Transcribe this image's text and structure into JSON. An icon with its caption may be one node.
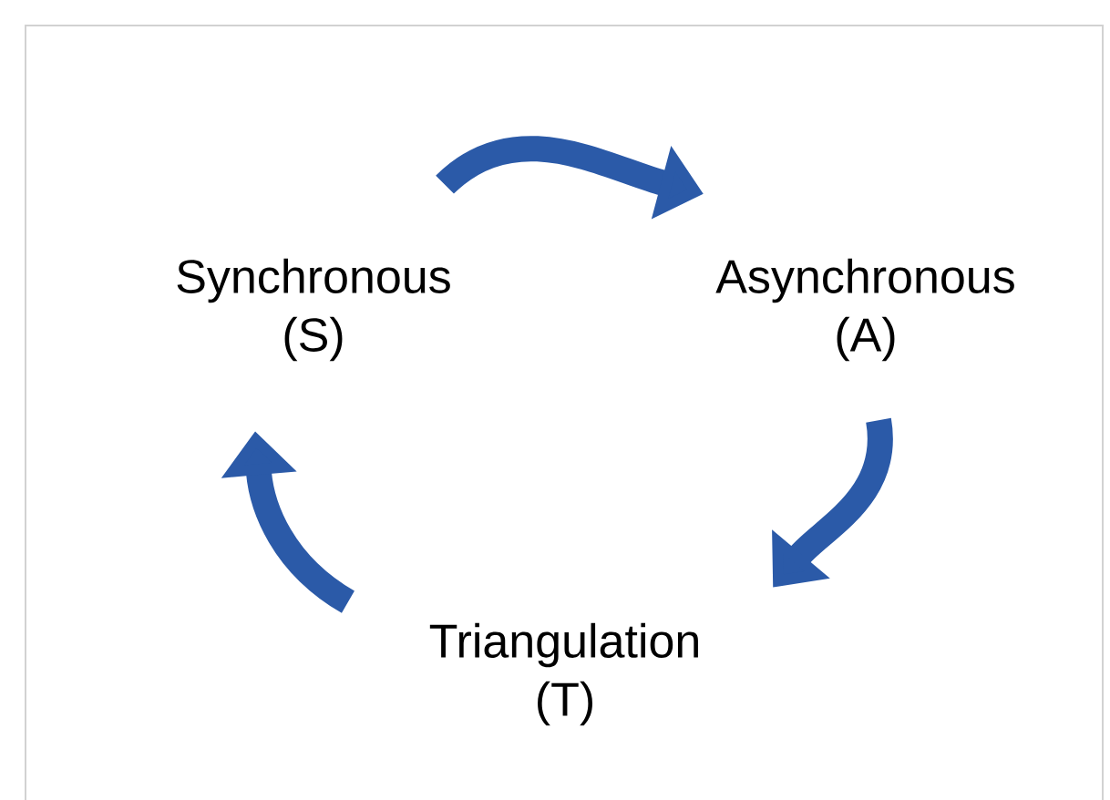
{
  "diagram": {
    "nodes": [
      {
        "text": [
          "Synchronous (S)"
        ]
      },
      {
        "text": [
          "Asynchronous (A)"
        ]
      },
      {
        "text": [
          "Triangulation (T)"
        ]
      }
    ],
    "edges": [
      {
        "from": 0,
        "to": 1,
        "arrow": "to"
      },
      {
        "from": 1,
        "to": 2,
        "arrow": "to"
      },
      {
        "from": 2,
        "to": 0,
        "arrow": "to"
      }
    ]
  }
}
